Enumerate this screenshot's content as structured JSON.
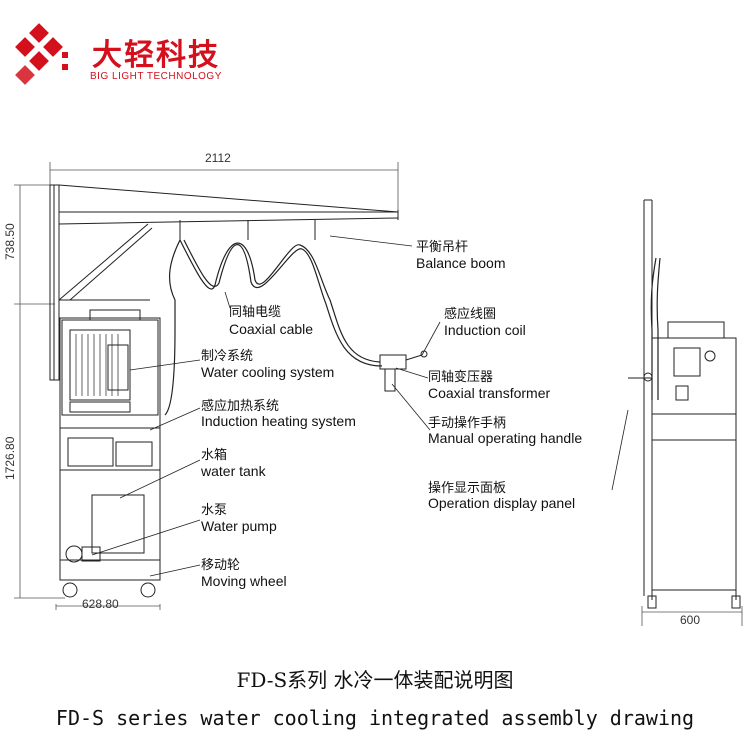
{
  "logo": {
    "name_cn": "大轻科技",
    "name_en": "BIG LIGHT TECHNOLOGY",
    "color": "#d4101d"
  },
  "dimensions": {
    "overall_width": "2112",
    "boom_height": "738.50",
    "cabinet_height": "1726.80",
    "cabinet_depth": "628.80",
    "side_width": "600"
  },
  "labels": [
    {
      "cn": "平衡吊杆",
      "en": "Balance boom"
    },
    {
      "cn": "同轴电缆",
      "en": "Coaxial cable"
    },
    {
      "cn": "感应线圈",
      "en": "Induction coil"
    },
    {
      "cn": "制冷系统",
      "en": "Water cooling system"
    },
    {
      "cn": "同轴变压器",
      "en": "Coaxial transformer"
    },
    {
      "cn": "感应加热系统",
      "en": "Induction heating system"
    },
    {
      "cn": "手动操作手柄",
      "en": "Manual operating handle"
    },
    {
      "cn": "水箱",
      "en": "water tank"
    },
    {
      "cn": "操作显示面板",
      "en": "Operation display panel"
    },
    {
      "cn": "水泵",
      "en": "Water pump"
    },
    {
      "cn": "移动轮",
      "en": "Moving wheel"
    }
  ],
  "caption": {
    "cn": "FD-S系列 水冷一体装配说明图",
    "en": "FD-S series water cooling integrated assembly drawing"
  }
}
